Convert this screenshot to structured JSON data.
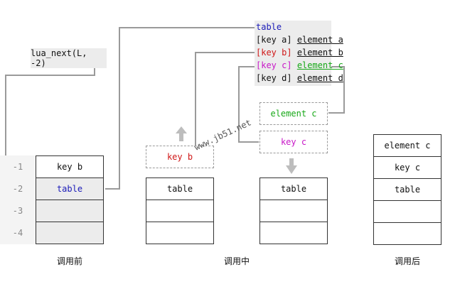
{
  "colors": {
    "blue": "#1a1ab8",
    "red": "#d01818",
    "magenta": "#c818c8",
    "green": "#18a818",
    "gray": "#9a9a9a"
  },
  "call_label": "lua_next(L, -2)",
  "stack_indices": [
    "-1",
    "-2",
    "-3",
    "-4"
  ],
  "before": {
    "caption": "调用前",
    "slots": [
      "key b",
      "table",
      "",
      ""
    ]
  },
  "table_view": {
    "header": "table",
    "rows": [
      {
        "key": "[key a]",
        "value": "element a"
      },
      {
        "key": "[key b]",
        "value": "element b"
      },
      {
        "key": "[key c]",
        "value": "element c"
      },
      {
        "key": "[key d]",
        "value": "element d"
      }
    ]
  },
  "during": {
    "caption": "调用中",
    "popped_key": "key b",
    "left_stack": [
      "table",
      "",
      ""
    ],
    "pushed_value": "element c",
    "pushed_key": "key c",
    "right_stack": [
      "table",
      "",
      ""
    ]
  },
  "after": {
    "caption": "调用后",
    "slots": [
      "element c",
      "key c",
      "table",
      "",
      ""
    ]
  },
  "watermark": "www.jb51.net"
}
